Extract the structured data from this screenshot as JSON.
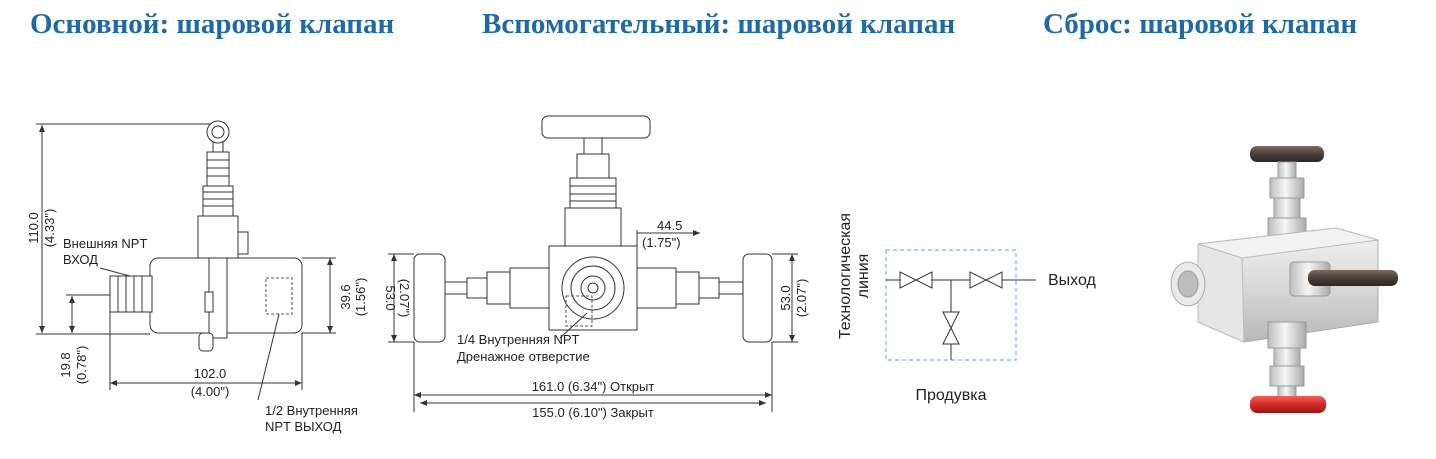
{
  "titles": {
    "main": "Основной: шаровой клапан",
    "aux": "Вспомогательный: шаровой клапан",
    "reset": "Сброс: шаровой клапан"
  },
  "drawing1": {
    "height_mm": "110.0",
    "height_in": "(4.33\")",
    "inlet_line1": "Внешняя NPT",
    "inlet_line2": "ВХОД",
    "side_mm": "39.6",
    "side_in": "(1.56\")",
    "bottom_mm": "19.8",
    "bottom_in": "(0.78\")",
    "width_mm": "102.0",
    "width_in": "(4.00\")",
    "outlet_line1": "1/2 Внутренняя",
    "outlet_line2": "NPT ВЫХОД"
  },
  "drawing2": {
    "left_mm": "53.0",
    "left_in": "(2.07\")",
    "right_mm": "53.0",
    "right_in": "(2.07\")",
    "top_mm": "44.5",
    "top_in": "(1.75\")",
    "drain_line1": "1/4 Внутренняя NPT",
    "drain_line2": "Дренажное отверстие",
    "open_dim": "161.0 (6.34\") Открыт",
    "closed_dim": "155.0 (6.10\") Закрыт"
  },
  "schematic": {
    "process_line1": "Технологическая",
    "process_line2": "линия",
    "outlet": "Выход",
    "purge": "Продувка"
  },
  "colors": {
    "title": "#1f6aa5",
    "handle_dark": "#4a3f38",
    "handle_red": "#d42a24",
    "dashed_box": "#6cc2d6"
  }
}
